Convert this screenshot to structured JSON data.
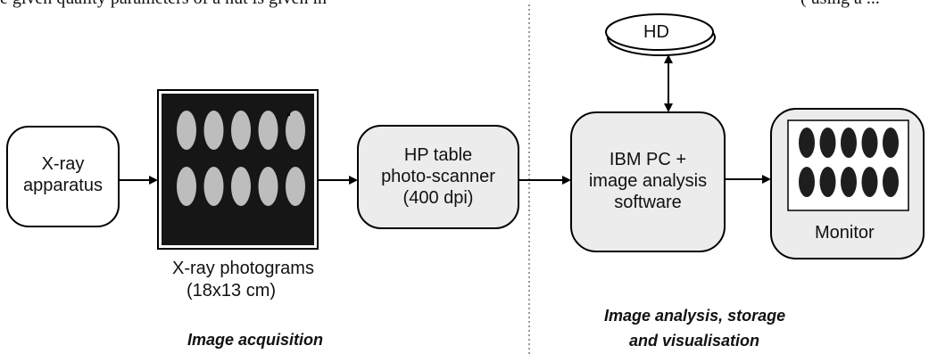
{
  "header": {
    "cut_text_left": "e given quality parameters of a nut is given in",
    "cut_text_right": "( using a ..."
  },
  "nodes": {
    "xray_apparatus": {
      "line1": "X-ray",
      "line2": "apparatus"
    },
    "photograms": {
      "line1": "X-ray photograms",
      "line2": "(18x13 cm)"
    },
    "scanner": {
      "line1": "HP table",
      "line2": "photo-scanner",
      "line3": "(400 dpi)"
    },
    "hd": {
      "label": "HD"
    },
    "pc": {
      "line1": "IBM PC +",
      "line2": "image analysis",
      "line3": "software"
    },
    "monitor": {
      "label": "Monitor"
    }
  },
  "sections": {
    "acquisition": "Image acquisition",
    "analysis_line1": "Image analysis, storage",
    "analysis_line2": "and visualisation"
  },
  "colors": {
    "box_fill": "#ffffff",
    "shaded_fill": "#ececec",
    "film_dark": "#1a1a1a",
    "nut_light": "#bdbdbd",
    "nut_dark": "#1e1e1e"
  }
}
